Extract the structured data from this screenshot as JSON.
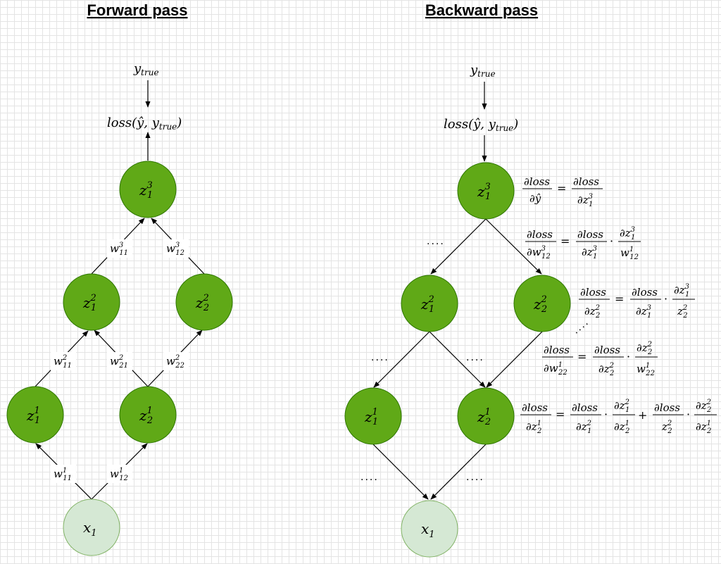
{
  "forward": {
    "title": "Forward pass",
    "ytrue": {
      "base": "y",
      "sub": "true"
    },
    "loss": {
      "prefix": "loss(",
      "yhat": "ŷ",
      "comma": ", ",
      "y": "y",
      "sub": "true",
      "close": ")"
    },
    "nodes": [
      {
        "id": "z31",
        "base": "z",
        "sub": "1",
        "sup": "3"
      },
      {
        "id": "z21",
        "base": "z",
        "sub": "1",
        "sup": "2"
      },
      {
        "id": "z22",
        "base": "z",
        "sub": "2",
        "sup": "2"
      },
      {
        "id": "z11",
        "base": "z",
        "sub": "1",
        "sup": "1"
      },
      {
        "id": "z12",
        "base": "z",
        "sub": "2",
        "sup": "1"
      },
      {
        "id": "x1",
        "base": "x",
        "sub": "1",
        "sup": ""
      }
    ],
    "weights": [
      {
        "id": "w3_11",
        "base": "w",
        "sub": "11",
        "sup": "3"
      },
      {
        "id": "w3_12",
        "base": "w",
        "sub": "12",
        "sup": "3"
      },
      {
        "id": "w2_11",
        "base": "w",
        "sub": "11",
        "sup": "2"
      },
      {
        "id": "w2_21",
        "base": "w",
        "sub": "21",
        "sup": "2"
      },
      {
        "id": "w2_22",
        "base": "w",
        "sub": "22",
        "sup": "2"
      },
      {
        "id": "w1_11",
        "base": "w",
        "sub": "11",
        "sup": "1"
      },
      {
        "id": "w1_12",
        "base": "w",
        "sub": "12",
        "sup": "1"
      }
    ]
  },
  "backward": {
    "title": "Backward pass",
    "ytrue": {
      "base": "y",
      "sub": "true"
    },
    "loss": {
      "prefix": "loss(",
      "yhat": "ŷ",
      "comma": ", ",
      "y": "y",
      "sub": "true",
      "close": ")"
    },
    "nodes": [
      {
        "id": "bz31",
        "base": "z",
        "sub": "1",
        "sup": "3"
      },
      {
        "id": "bz21",
        "base": "z",
        "sub": "1",
        "sup": "2"
      },
      {
        "id": "bz22",
        "base": "z",
        "sub": "2",
        "sup": "2"
      },
      {
        "id": "bz11",
        "base": "z",
        "sub": "1",
        "sup": "1"
      },
      {
        "id": "bz12",
        "base": "z",
        "sub": "2",
        "sup": "1"
      },
      {
        "id": "bx1",
        "base": "x",
        "sub": "1",
        "sup": ""
      }
    ],
    "ellipsis": "....",
    "equations": {
      "d": "∂",
      "loss": "loss",
      "yhat": "ŷ",
      "eq": "=",
      "dot": "·",
      "plus": "+"
    }
  }
}
